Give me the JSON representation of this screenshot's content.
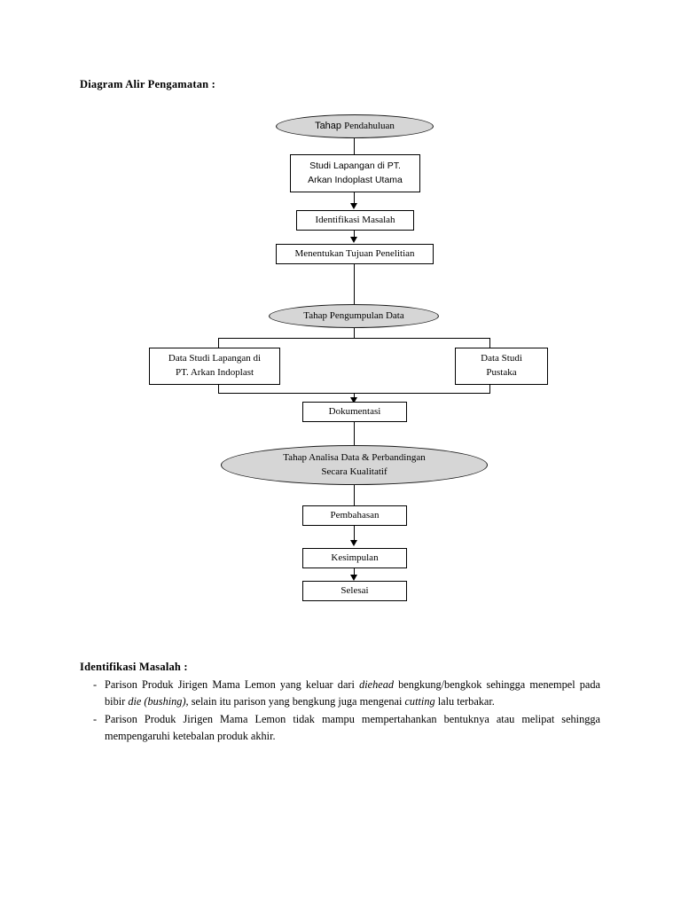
{
  "document": {
    "flowchart_heading": "Diagram Alir Pengamatan :",
    "problems_heading": "Identifikasi Masalah :"
  },
  "flowchart": {
    "nodes": {
      "stage_intro": {
        "label": "Tahap Pendahuluan",
        "shape": "ellipse",
        "fill": "#d6d6d6"
      },
      "field_study": {
        "line1": "Studi Lapangan di PT.",
        "line2": "Arkan Indoplast Utama",
        "shape": "box"
      },
      "problem_identification": {
        "label": "Identifikasi Masalah",
        "shape": "box"
      },
      "research_objective": {
        "label": "Menentukan Tujuan Penelitian",
        "shape": "box"
      },
      "stage_collection": {
        "label": "Tahap Pengumpulan Data",
        "shape": "ellipse",
        "fill": "#d6d6d6"
      },
      "data_field": {
        "line1": "Data Studi Lapangan di",
        "line2": "PT. Arkan Indoplast",
        "shape": "box"
      },
      "data_literature": {
        "line1": "Data Studi",
        "line2": "Pustaka",
        "shape": "box"
      },
      "documentation": {
        "label": "Dokumentasi",
        "shape": "box"
      },
      "stage_analysis": {
        "line1": "Tahap Analisa Data & Perbandingan",
        "line2": "Secara Kualitatif",
        "shape": "ellipse",
        "fill": "#d6d6d6"
      },
      "discussion": {
        "label": "Pembahasan",
        "shape": "box"
      },
      "conclusion": {
        "label": "Kesimpulan",
        "shape": "box"
      },
      "finish": {
        "label": "Selesai",
        "shape": "box"
      }
    }
  },
  "problems": {
    "marker": "-",
    "items": [
      {
        "segments": [
          {
            "text": "Parison Produk Jirigen Mama Lemon yang keluar dari ",
            "italic": false
          },
          {
            "text": "diehead",
            "italic": true
          },
          {
            "text": " bengkung/bengkok sehingga menempel pada bibir ",
            "italic": false
          },
          {
            "text": "die (bushing),",
            "italic": true
          },
          {
            "text": " selain itu parison yang bengkung juga mengenai ",
            "italic": false
          },
          {
            "text": "cutting",
            "italic": true
          },
          {
            "text": " lalu terbakar.",
            "italic": false
          }
        ]
      },
      {
        "segments": [
          {
            "text": "Parison Produk Jirigen Mama Lemon tidak mampu mempertahankan bentuknya atau melipat sehingga mempengaruhi ketebalan produk akhir.",
            "italic": false
          }
        ]
      }
    ]
  }
}
